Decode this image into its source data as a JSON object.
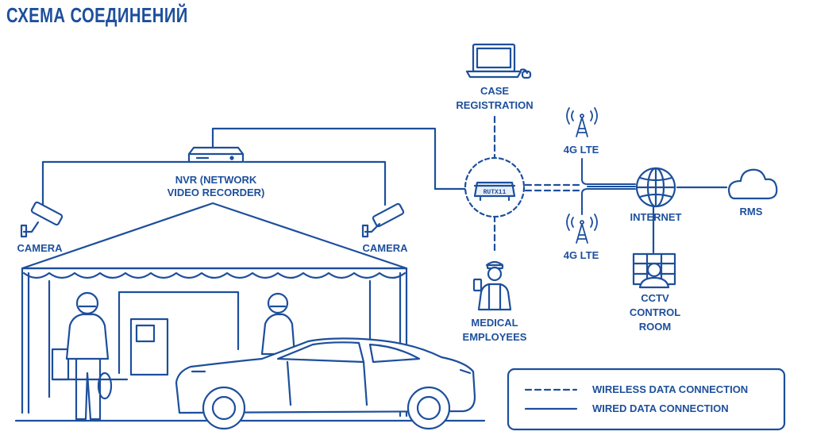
{
  "title": "СХЕМА СОЕДИНЕНИЙ",
  "colors": {
    "primary": "#1d4f9c",
    "fill_light": "#e8eef8",
    "background": "#ffffff"
  },
  "nodes": {
    "nvr": [
      "NVR (NETWORK",
      "VIDEO RECORDER)"
    ],
    "camera_left": "CAMERA",
    "camera_right": "CAMERA",
    "case_registration": [
      "CASE",
      "REGISTRATION"
    ],
    "router": "RUTX11",
    "lte_top": "4G LTE",
    "lte_bottom": "4G LTE",
    "internet": "INTERNET",
    "rms": "RMS",
    "medical": [
      "MEDICAL",
      "EMPLOYEES"
    ],
    "cctv": [
      "CCTV",
      "CONTROL",
      "ROOM"
    ]
  },
  "legend": {
    "wireless": "WIRELESS DATA CONNECTION",
    "wired": "WIRED DATA CONNECTION"
  },
  "icons": [
    "camera-icon",
    "nvr-icon",
    "laptop-icon",
    "router-icon",
    "cell-tower-icon",
    "globe-icon",
    "cloud-icon",
    "medic-icon",
    "monitor-person-icon",
    "car-icon",
    "canopy-icon",
    "person-icon"
  ]
}
